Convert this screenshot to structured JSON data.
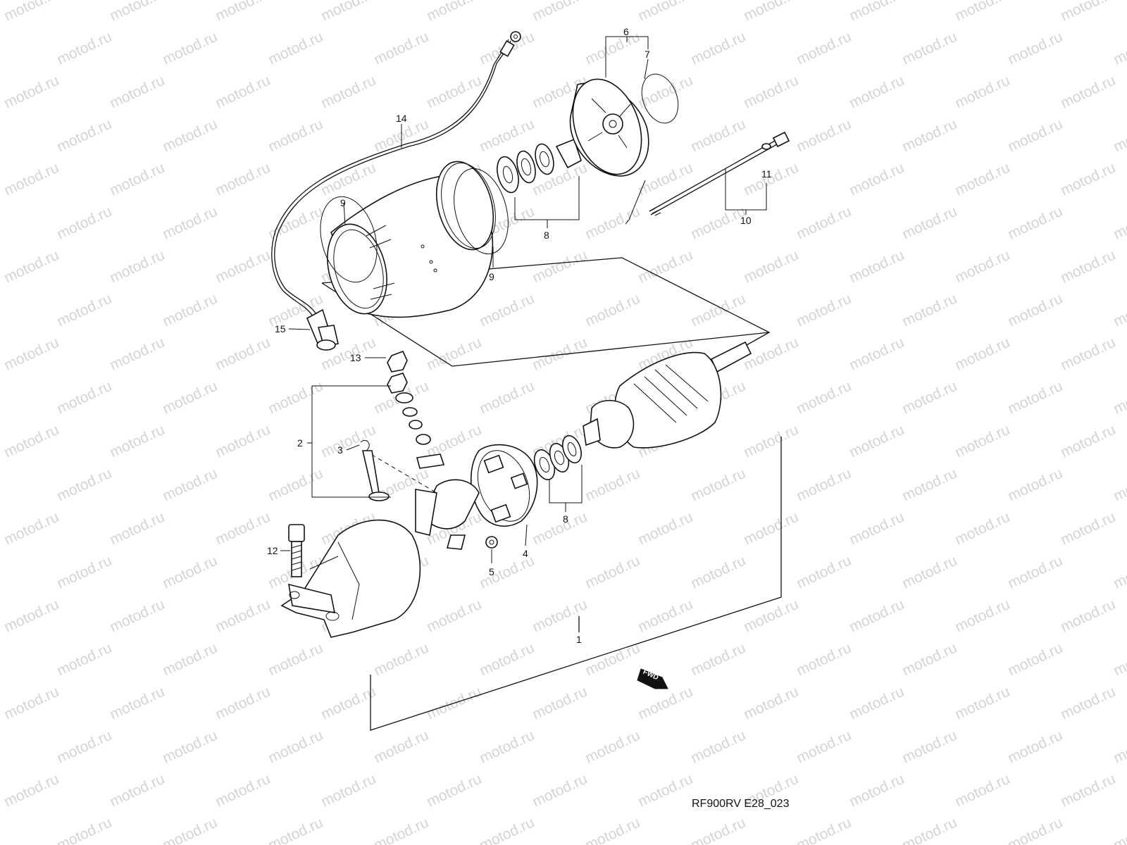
{
  "watermark": "motod.ru",
  "drawing_code": "RF900RV E28_023",
  "fwd_label": "FWD",
  "callouts": {
    "c1": "1",
    "c2": "2",
    "c3": "3",
    "c4": "4",
    "c5": "5",
    "c6": "6",
    "c7": "7",
    "c8a": "8",
    "c8b": "8",
    "c9a": "9",
    "c9b": "9",
    "c10": "10",
    "c11": "11",
    "c12": "12",
    "c13": "13",
    "c14": "14",
    "c15": "15"
  },
  "colors": {
    "line": "#111111",
    "watermark": "#d4d4d4",
    "background": "#ffffff"
  }
}
